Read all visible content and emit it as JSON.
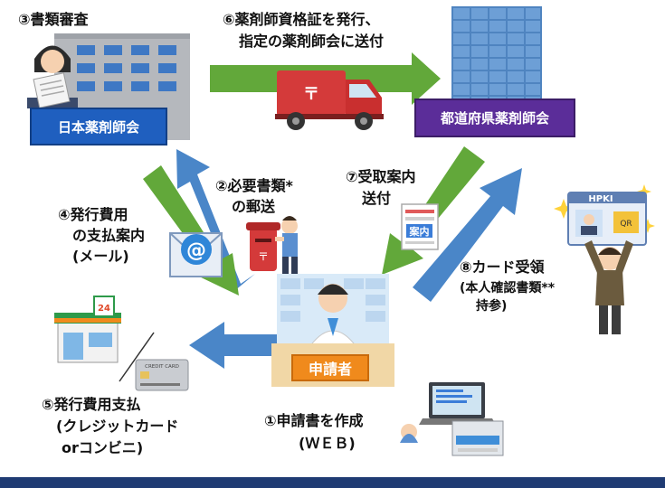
{
  "steps": {
    "s1_line1": "①申請書を作成",
    "s1_line2": "(ＷＥＢ)",
    "s2_line1": "②必要書類*",
    "s2_line2": "の郵送",
    "s3": "③書類審査",
    "s4_line1": "④発行費用",
    "s4_line2": "の支払案内",
    "s4_line3": "(メール)",
    "s5_line1": "⑤発行費用支払",
    "s5_line2": "(クレジットカード",
    "s5_line3": "orコンビニ)",
    "s6_line1": "⑥薬剤師資格証を発行、",
    "s6_line2": "指定の薬剤師会に送付",
    "s7_line1": "⑦受取案内",
    "s7_line2": "送付",
    "s8_line1": "⑧カード受領",
    "s8_line2": "(本人確認書類**",
    "s8_line3": "持参)"
  },
  "boxes": {
    "japan_association": "日本薬剤師会",
    "prefecture_association": "都道府県薬剤師会",
    "applicant": "申請者"
  },
  "illustration_text": {
    "guide_doc": "案内",
    "card_header": "HPKI",
    "card_qr": "QR",
    "credit_card": "CREDIT CARD",
    "store_sign": "24",
    "mail_symbol": "@"
  },
  "colors": {
    "blue_box": "#1f5fbf",
    "purple_box": "#5b2d99",
    "orange_box": "#f08a1c",
    "green_arrow": "#62a83a",
    "blue_arrow": "#4a86c8",
    "bottom_bar": "#1f3b73"
  }
}
